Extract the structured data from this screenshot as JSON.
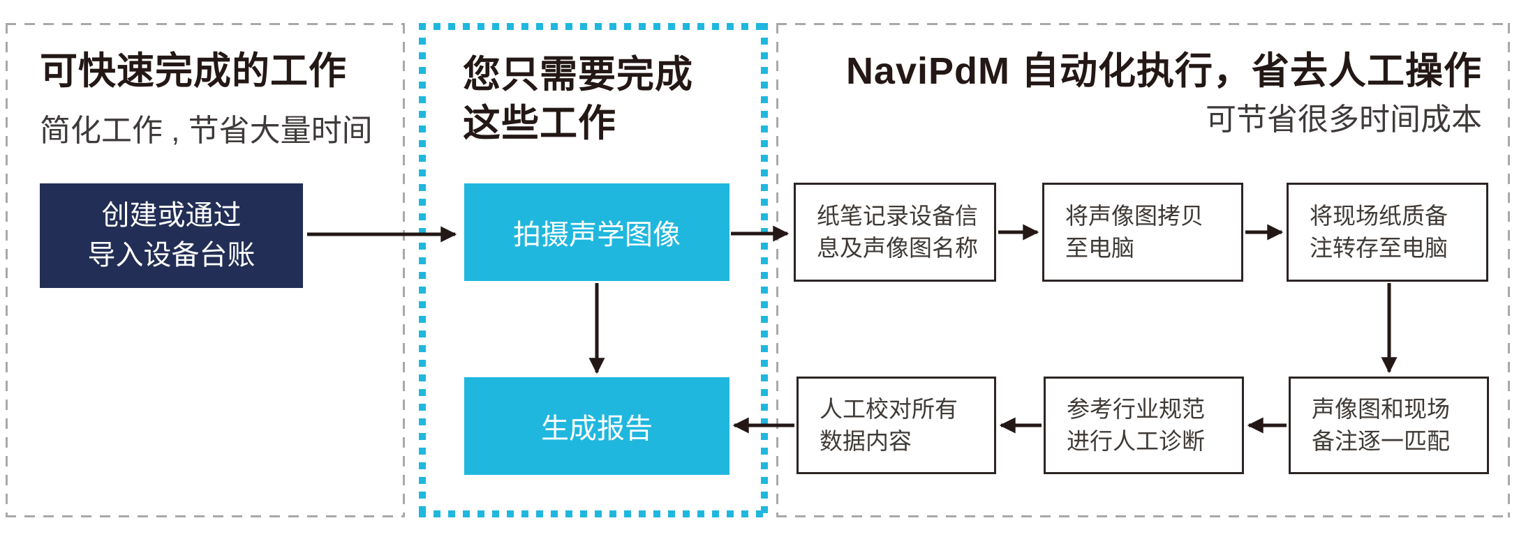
{
  "colors": {
    "accent_cyan": "#20b7de",
    "navy": "#222e55",
    "panel_border_gray": "#a8a8a8",
    "step_box_border": "#2b2422",
    "title_text": "#231815",
    "subtitle_text": "#3e3a39",
    "arrow": "#231815"
  },
  "left_panel": {
    "title": "可快速完成的工作",
    "subtitle": "简化工作 , 节省大量时间",
    "box": {
      "line1": "创建或通过",
      "line2": "导入设备台账"
    }
  },
  "middle_panel": {
    "title_line1": "您只需要完成",
    "title_line2": "这些工作",
    "box_capture": "拍摄声学图像",
    "box_report": "生成报告"
  },
  "right_panel": {
    "title": "NaviPdM 自动化执行，省去人工操作",
    "subtitle": "可节省很多时间成本",
    "top_row": [
      {
        "line1": "纸笔记录设备信",
        "line2": "息及声像图名称"
      },
      {
        "line1": "将声像图拷贝",
        "line2": "至电脑"
      },
      {
        "line1": "将现场纸质备",
        "line2": "注转存至电脑"
      }
    ],
    "bottom_row": [
      {
        "line1": "人工校对所有",
        "line2": "数据内容"
      },
      {
        "line1": "参考行业规范",
        "line2": "进行人工诊断"
      },
      {
        "line1": "声像图和现场",
        "line2": "备注逐一匹配"
      }
    ]
  }
}
